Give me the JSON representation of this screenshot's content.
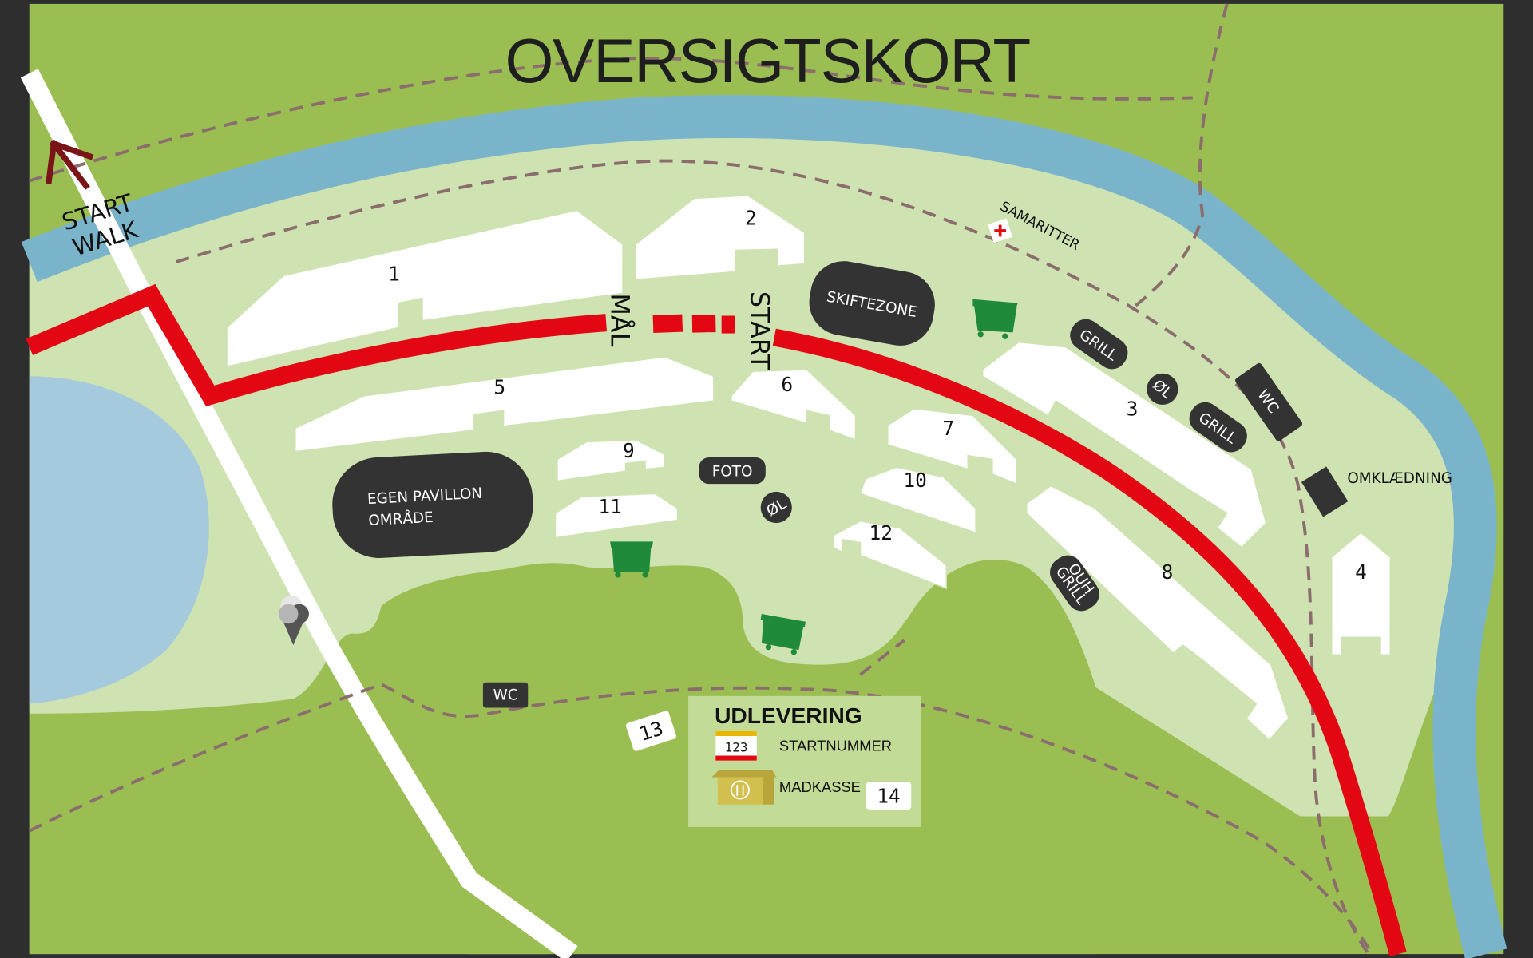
{
  "map": {
    "title": "OVERSIGTSKORT",
    "colors": {
      "frame": "#2e2e2e",
      "grass_dark": "#9bbe52",
      "grass_light": "#cfe3b2",
      "river": "#7ab4cb",
      "lake": "#a5c9dd",
      "route": "#e30613",
      "path": "#8c6d6d",
      "walk_arrow": "#7a1418",
      "label_bg": "#333333",
      "bin": "#1f8a3a"
    },
    "start_walk": {
      "line1": "START",
      "line2": "WALK",
      "icon": "arrow-up-left-icon"
    },
    "route_labels": {
      "finish": "MÅL",
      "start": "START"
    },
    "tents": [
      {
        "number": "1"
      },
      {
        "number": "2"
      },
      {
        "number": "3"
      },
      {
        "number": "4"
      },
      {
        "number": "5"
      },
      {
        "number": "6"
      },
      {
        "number": "7"
      },
      {
        "number": "8"
      },
      {
        "number": "9"
      },
      {
        "number": "10"
      },
      {
        "number": "11"
      },
      {
        "number": "12"
      },
      {
        "number": "13"
      },
      {
        "number": "14"
      }
    ],
    "zones": {
      "skiftezone": "SKIFTEZONE",
      "egen_pavillon_1": "EGEN PAVILLON",
      "egen_pavillon_2": "OMRÅDE",
      "foto": "FOTO",
      "ol_1": "ØL",
      "ol_2": "ØL",
      "grill_1": "GRILL",
      "grill_2": "GRILL",
      "ouh_grill_1": "OUH",
      "ouh_grill_2": "GRILL",
      "wc_1": "WC",
      "wc_2": "WC",
      "omklaedning": "OMKLÆDNING",
      "samaritter": "SAMARITTER"
    },
    "udlevering": {
      "title": "UDLEVERING",
      "bib_number": "123",
      "startnummer": "STARTNUMMER",
      "madkasse": "MADKASSE",
      "madkasse_tent": "14"
    }
  }
}
